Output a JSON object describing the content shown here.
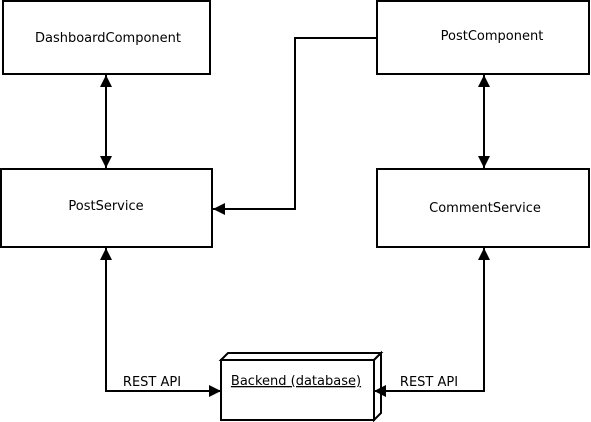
{
  "nodes": {
    "dashboard_component": "DashboardComponent",
    "post_component": "PostComponent",
    "post_service": "PostService",
    "comment_service": "CommentService",
    "backend": "Backend (database)"
  },
  "edges": {
    "left_rest_label": "REST API",
    "right_rest_label": "REST API"
  }
}
